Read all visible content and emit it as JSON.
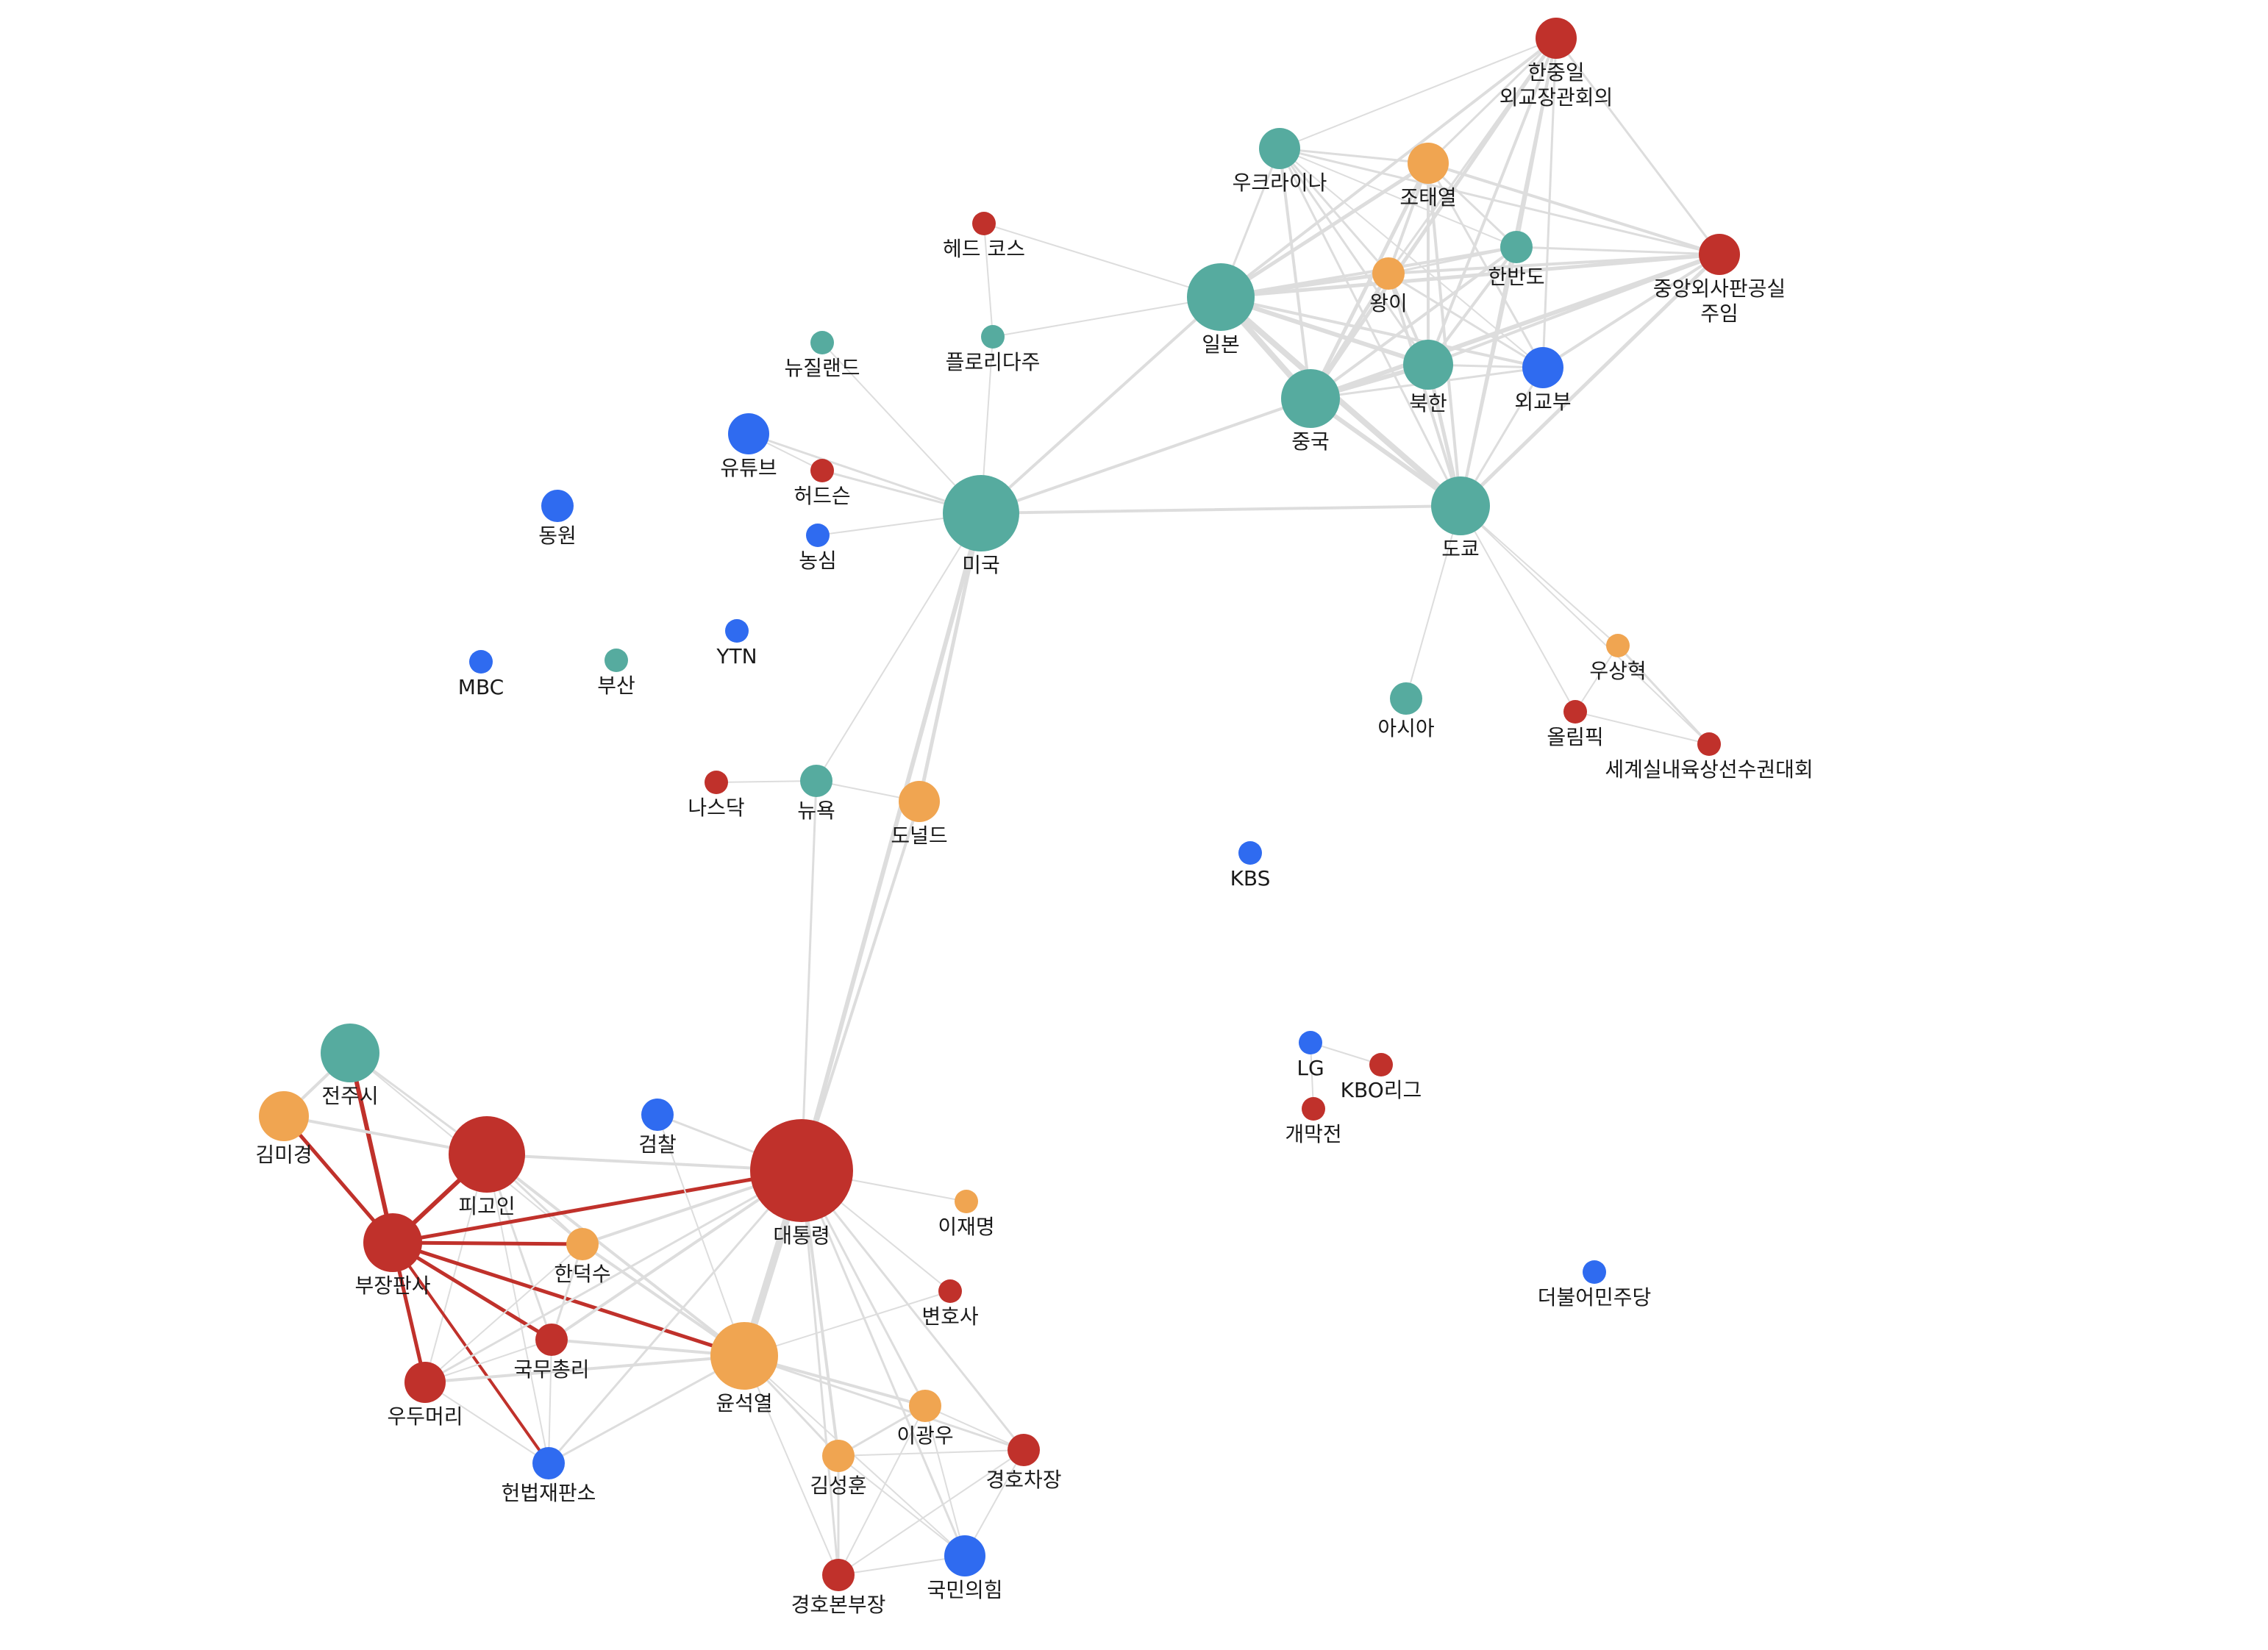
{
  "colors": {
    "person": "#f0a551",
    "place": "#56ab9f",
    "org": "#c0312b",
    "media": "#2f6bf0",
    "edge": "#dddddd",
    "edge_highlight": "#c0312b"
  },
  "nodes": [
    {
      "id": "hanjungil",
      "label": [
        "한중일",
        "외교장관회의"
      ],
      "group": "org",
      "size": 28
    },
    {
      "id": "ukraine",
      "label": [
        "우크라이나"
      ],
      "group": "place",
      "size": 28
    },
    {
      "id": "jotaeyeol",
      "label": [
        "조태열"
      ],
      "group": "person",
      "size": 28
    },
    {
      "id": "headcoach",
      "label": [
        "헤드 코스"
      ],
      "group": "org",
      "size": 16
    },
    {
      "id": "hanbando",
      "label": [
        "한반도"
      ],
      "group": "place",
      "size": 22
    },
    {
      "id": "wangyi",
      "label": [
        "왕이"
      ],
      "group": "person",
      "size": 22
    },
    {
      "id": "jungang",
      "label": [
        "중앙외사판공실",
        "주임"
      ],
      "group": "org",
      "size": 28
    },
    {
      "id": "japan",
      "label": [
        "일본"
      ],
      "group": "place",
      "size": 46
    },
    {
      "id": "florida",
      "label": [
        "플로리다주"
      ],
      "group": "place",
      "size": 16
    },
    {
      "id": "nz",
      "label": [
        "뉴질랜드"
      ],
      "group": "place",
      "size": 16
    },
    {
      "id": "northkorea",
      "label": [
        "북한"
      ],
      "group": "place",
      "size": 34
    },
    {
      "id": "mofa",
      "label": [
        "외교부"
      ],
      "group": "media",
      "size": 28
    },
    {
      "id": "china",
      "label": [
        "중국"
      ],
      "group": "place",
      "size": 40
    },
    {
      "id": "youtube",
      "label": [
        "유튜브"
      ],
      "group": "media",
      "size": 28
    },
    {
      "id": "hudson",
      "label": [
        "허드슨"
      ],
      "group": "org",
      "size": 16
    },
    {
      "id": "dongwon",
      "label": [
        "동원"
      ],
      "group": "media",
      "size": 22
    },
    {
      "id": "nongshim",
      "label": [
        "농심"
      ],
      "group": "media",
      "size": 16
    },
    {
      "id": "usa",
      "label": [
        "미국"
      ],
      "group": "place",
      "size": 52
    },
    {
      "id": "tokyo",
      "label": [
        "도쿄"
      ],
      "group": "place",
      "size": 40
    },
    {
      "id": "ytn",
      "label": [
        "YTN"
      ],
      "group": "media",
      "size": 16
    },
    {
      "id": "mbc",
      "label": [
        "MBC"
      ],
      "group": "media",
      "size": 16
    },
    {
      "id": "busan",
      "label": [
        "부산"
      ],
      "group": "place",
      "size": 16
    },
    {
      "id": "wooshang",
      "label": [
        "우상혁"
      ],
      "group": "person",
      "size": 16
    },
    {
      "id": "asia",
      "label": [
        "아시아"
      ],
      "group": "place",
      "size": 22
    },
    {
      "id": "olympic",
      "label": [
        "올림픽"
      ],
      "group": "org",
      "size": 16
    },
    {
      "id": "worldindoor",
      "label": [
        "세계실내육상선수권대회"
      ],
      "group": "org",
      "size": 16
    },
    {
      "id": "nasdaq",
      "label": [
        "나스닥"
      ],
      "group": "org",
      "size": 16
    },
    {
      "id": "newyork",
      "label": [
        "뉴욕"
      ],
      "group": "place",
      "size": 22
    },
    {
      "id": "donald",
      "label": [
        "도널드"
      ],
      "group": "person",
      "size": 28
    },
    {
      "id": "kbs",
      "label": [
        "KBS"
      ],
      "group": "media",
      "size": 16
    },
    {
      "id": "lg",
      "label": [
        "LG"
      ],
      "group": "media",
      "size": 16
    },
    {
      "id": "kbo",
      "label": [
        "KBO리그"
      ],
      "group": "org",
      "size": 16
    },
    {
      "id": "opening",
      "label": [
        "개막전"
      ],
      "group": "org",
      "size": 16
    },
    {
      "id": "jeonju",
      "label": [
        "전주시"
      ],
      "group": "place",
      "size": 40
    },
    {
      "id": "kimmikyung",
      "label": [
        "김미경"
      ],
      "group": "person",
      "size": 34
    },
    {
      "id": "defendant",
      "label": [
        "피고인"
      ],
      "group": "org",
      "size": 52
    },
    {
      "id": "prosecution",
      "label": [
        "검찰"
      ],
      "group": "media",
      "size": 22
    },
    {
      "id": "president",
      "label": [
        "대통령"
      ],
      "group": "org",
      "size": 70
    },
    {
      "id": "leejm",
      "label": [
        "이재명"
      ],
      "group": "person",
      "size": 16
    },
    {
      "id": "judge",
      "label": [
        "부장판사"
      ],
      "group": "org",
      "size": 40
    },
    {
      "id": "handeoksoo",
      "label": [
        "한덕수"
      ],
      "group": "person",
      "size": 22
    },
    {
      "id": "lawyer",
      "label": [
        "변호사"
      ],
      "group": "org",
      "size": 16
    },
    {
      "id": "pm",
      "label": [
        "국무총리"
      ],
      "group": "org",
      "size": 22
    },
    {
      "id": "yoon",
      "label": [
        "윤석열"
      ],
      "group": "person",
      "size": 46
    },
    {
      "id": "woodumeori",
      "label": [
        "우두머리"
      ],
      "group": "org",
      "size": 28
    },
    {
      "id": "leegwangwoo",
      "label": [
        "이광우"
      ],
      "group": "person",
      "size": 22
    },
    {
      "id": "guarddeputy",
      "label": [
        "경호차장"
      ],
      "group": "org",
      "size": 22
    },
    {
      "id": "constcourt",
      "label": [
        "헌법재판소"
      ],
      "group": "media",
      "size": 22
    },
    {
      "id": "kimsunghoon",
      "label": [
        "김성훈"
      ],
      "group": "person",
      "size": 22
    },
    {
      "id": "ppp",
      "label": [
        "국민의힘"
      ],
      "group": "media",
      "size": 28
    },
    {
      "id": "guardchief",
      "label": [
        "경호본부장"
      ],
      "group": "org",
      "size": 22
    },
    {
      "id": "dpk",
      "label": [
        "더불어민주당"
      ],
      "group": "media",
      "size": 16
    }
  ],
  "edges": [
    [
      "hanjungil",
      "ukraine",
      2
    ],
    [
      "hanjungil",
      "jotaeyeol",
      3
    ],
    [
      "hanjungil",
      "hanbando",
      3
    ],
    [
      "hanjungil",
      "wangyi",
      3
    ],
    [
      "hanjungil",
      "jungang",
      3
    ],
    [
      "hanjungil",
      "japan",
      4
    ],
    [
      "hanjungil",
      "northkorea",
      4
    ],
    [
      "hanjungil",
      "mofa",
      3
    ],
    [
      "hanjungil",
      "china",
      5
    ],
    [
      "hanjungil",
      "tokyo",
      4
    ],
    [
      "ukraine",
      "jotaeyeol",
      3
    ],
    [
      "ukraine",
      "hanbando",
      2
    ],
    [
      "ukraine",
      "wangyi",
      3
    ],
    [
      "ukraine",
      "jungang",
      3
    ],
    [
      "ukraine",
      "japan",
      3
    ],
    [
      "ukraine",
      "northkorea",
      3
    ],
    [
      "ukraine",
      "mofa",
      2
    ],
    [
      "ukraine",
      "china",
      4
    ],
    [
      "ukraine",
      "tokyo",
      3
    ],
    [
      "jotaeyeol",
      "hanbando",
      3
    ],
    [
      "jotaeyeol",
      "wangyi",
      4
    ],
    [
      "jotaeyeol",
      "jungang",
      4
    ],
    [
      "jotaeyeol",
      "japan",
      5
    ],
    [
      "jotaeyeol",
      "northkorea",
      4
    ],
    [
      "jotaeyeol",
      "mofa",
      3
    ],
    [
      "jotaeyeol",
      "china",
      5
    ],
    [
      "jotaeyeol",
      "tokyo",
      4
    ],
    [
      "hanbando",
      "wangyi",
      3
    ],
    [
      "hanbando",
      "jungang",
      3
    ],
    [
      "hanbando",
      "japan",
      4
    ],
    [
      "hanbando",
      "northkorea",
      4
    ],
    [
      "hanbando",
      "china",
      4
    ],
    [
      "hanbando",
      "tokyo",
      3
    ],
    [
      "wangyi",
      "jungang",
      4
    ],
    [
      "wangyi",
      "japan",
      5
    ],
    [
      "wangyi",
      "northkorea",
      4
    ],
    [
      "wangyi",
      "mofa",
      3
    ],
    [
      "wangyi",
      "china",
      5
    ],
    [
      "wangyi",
      "tokyo",
      4
    ],
    [
      "jungang",
      "japan",
      5
    ],
    [
      "jungang",
      "northkorea",
      4
    ],
    [
      "jungang",
      "mofa",
      4
    ],
    [
      "jungang",
      "china",
      6
    ],
    [
      "jungang",
      "tokyo",
      5
    ],
    [
      "japan",
      "northkorea",
      6
    ],
    [
      "japan",
      "mofa",
      4
    ],
    [
      "japan",
      "china",
      8
    ],
    [
      "japan",
      "tokyo",
      8
    ],
    [
      "japan",
      "usa",
      4
    ],
    [
      "japan",
      "florida",
      2
    ],
    [
      "japan",
      "headcoach",
      2
    ],
    [
      "northkorea",
      "mofa",
      3
    ],
    [
      "northkorea",
      "china",
      6
    ],
    [
      "northkorea",
      "tokyo",
      5
    ],
    [
      "mofa",
      "china",
      3
    ],
    [
      "mofa",
      "tokyo",
      3
    ],
    [
      "china",
      "tokyo",
      6
    ],
    [
      "china",
      "usa",
      4
    ],
    [
      "usa",
      "tokyo",
      4
    ],
    [
      "usa",
      "florida",
      2
    ],
    [
      "usa",
      "nz",
      2
    ],
    [
      "usa",
      "youtube",
      3
    ],
    [
      "usa",
      "hudson",
      3
    ],
    [
      "usa",
      "nongshim",
      2
    ],
    [
      "usa",
      "newyork",
      2
    ],
    [
      "usa",
      "donald",
      5
    ],
    [
      "usa",
      "president",
      6
    ],
    [
      "headcoach",
      "florida",
      2
    ],
    [
      "youtube",
      "hudson",
      2
    ],
    [
      "tokyo",
      "asia",
      2
    ],
    [
      "tokyo",
      "wooshang",
      2
    ],
    [
      "tokyo",
      "olympic",
      2
    ],
    [
      "tokyo",
      "worldindoor",
      2
    ],
    [
      "wooshang",
      "olympic",
      2
    ],
    [
      "wooshang",
      "worldindoor",
      3
    ],
    [
      "olympic",
      "worldindoor",
      2
    ],
    [
      "nasdaq",
      "newyork",
      2
    ],
    [
      "newyork",
      "donald",
      2
    ],
    [
      "newyork",
      "president",
      3
    ],
    [
      "donald",
      "president",
      4
    ],
    [
      "lg",
      "kbo",
      2
    ],
    [
      "lg",
      "opening",
      2
    ],
    [
      "jeonju",
      "kimmikyung",
      4
    ],
    [
      "jeonju",
      "judge",
      6,
      true
    ],
    [
      "jeonju",
      "defendant",
      3
    ],
    [
      "jeonju",
      "handeoksoo",
      2
    ],
    [
      "kimmikyung",
      "judge",
      5,
      true
    ],
    [
      "kimmikyung",
      "defendant",
      4
    ],
    [
      "defendant",
      "judge",
      6,
      true
    ],
    [
      "defendant",
      "president",
      4
    ],
    [
      "defendant",
      "handeoksoo",
      3
    ],
    [
      "defendant",
      "pm",
      3
    ],
    [
      "defendant",
      "yoon",
      4
    ],
    [
      "defendant",
      "woodumeori",
      2
    ],
    [
      "defendant",
      "constcourt",
      2
    ],
    [
      "judge",
      "president",
      5,
      true
    ],
    [
      "judge",
      "yoon",
      5,
      true
    ],
    [
      "judge",
      "handeoksoo",
      5,
      true
    ],
    [
      "judge",
      "pm",
      5,
      true
    ],
    [
      "judge",
      "woodumeori",
      5,
      true
    ],
    [
      "judge",
      "constcourt",
      4,
      true
    ],
    [
      "president",
      "yoon",
      10
    ],
    [
      "president",
      "handeoksoo",
      4
    ],
    [
      "president",
      "pm",
      4
    ],
    [
      "president",
      "prosecution",
      3
    ],
    [
      "president",
      "leejm",
      2
    ],
    [
      "president",
      "lawyer",
      2
    ],
    [
      "president",
      "kimsunghoon",
      4
    ],
    [
      "president",
      "leegwangwoo",
      3
    ],
    [
      "president",
      "guarddeputy",
      3
    ],
    [
      "president",
      "guardchief",
      3
    ],
    [
      "president",
      "ppp",
      3
    ],
    [
      "president",
      "constcourt",
      3
    ],
    [
      "president",
      "woodumeori",
      3
    ],
    [
      "prosecution",
      "yoon",
      2
    ],
    [
      "yoon",
      "handeoksoo",
      4
    ],
    [
      "yoon",
      "pm",
      4
    ],
    [
      "yoon",
      "woodumeori",
      4
    ],
    [
      "yoon",
      "constcourt",
      3
    ],
    [
      "yoon",
      "kimsunghoon",
      3
    ],
    [
      "yoon",
      "leegwangwoo",
      4
    ],
    [
      "yoon",
      "guarddeputy",
      3
    ],
    [
      "yoon",
      "ppp",
      2
    ],
    [
      "yoon",
      "guardchief",
      2
    ],
    [
      "yoon",
      "lawyer",
      2
    ],
    [
      "handeoksoo",
      "pm",
      3
    ],
    [
      "handeoksoo",
      "woodumeori",
      2
    ],
    [
      "pm",
      "woodumeori",
      2
    ],
    [
      "pm",
      "constcourt",
      2
    ],
    [
      "woodumeori",
      "constcourt",
      2
    ],
    [
      "leegwangwoo",
      "guarddeputy",
      2
    ],
    [
      "leegwangwoo",
      "kimsunghoon",
      3
    ],
    [
      "leegwangwoo",
      "guardchief",
      2
    ],
    [
      "leegwangwoo",
      "ppp",
      2
    ],
    [
      "guarddeputy",
      "kimsunghoon",
      2
    ],
    [
      "guarddeputy",
      "guardchief",
      2
    ],
    [
      "guarddeputy",
      "ppp",
      2
    ],
    [
      "kimsunghoon",
      "guardchief",
      3
    ],
    [
      "kimsunghoon",
      "ppp",
      2
    ],
    [
      "guardchief",
      "ppp",
      2
    ]
  ]
}
